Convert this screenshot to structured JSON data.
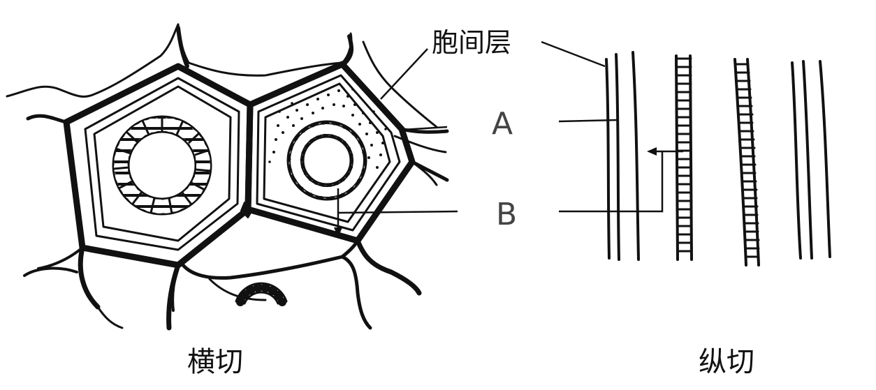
{
  "labels": {
    "middle_lamella": "胞间层",
    "a": "A",
    "b": "B",
    "cross_section": "横切",
    "longitudinal_section": "纵切"
  }
}
